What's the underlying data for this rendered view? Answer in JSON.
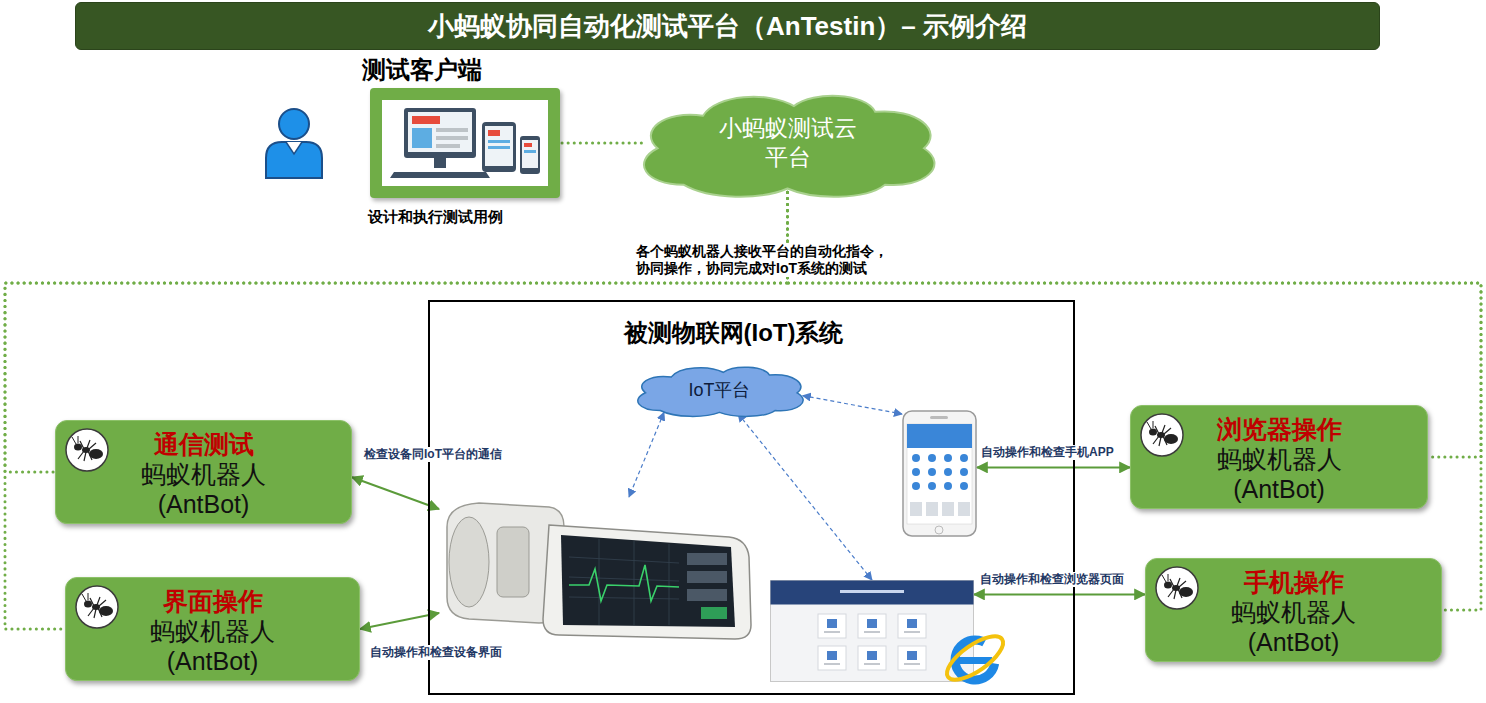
{
  "diagram": {
    "title": "小蚂蚁协同自动化测试平台（AnTestin）– 示例介绍",
    "nodes": [
      {
        "text": [
          "测试客户端",
          "设计和执行测试用例"
        ]
      },
      {
        "text": [
          "小蚂蚁测试云 平台"
        ]
      },
      {
        "text": [
          "被测物联网(IoT)系统"
        ]
      },
      {
        "text": [
          "IoT平台"
        ],
        "in": 2
      },
      {
        "text": [],
        "in": 2
      },
      {
        "text": [],
        "in": 2
      },
      {
        "text": [],
        "in": 2
      },
      {
        "text": [
          "通信测试",
          "蚂蚁机器人 (AntBot)"
        ]
      },
      {
        "text": [
          "浏览器操作",
          "蚂蚁机器人 (AntBot)"
        ]
      },
      {
        "text": [
          "界面操作",
          "蚂蚁机器人 (AntBot)"
        ]
      },
      {
        "text": [
          "手机操作",
          "蚂蚁机器人 (AntBot)"
        ]
      }
    ],
    "edges": [
      {
        "from": 0,
        "to": 1,
        "arrow": "none"
      },
      {
        "from": 1,
        "to": 7,
        "arrow": "none"
      },
      {
        "from": 1,
        "to": 8,
        "arrow": "none"
      },
      {
        "from": 1,
        "to": 9,
        "arrow": "none"
      },
      {
        "from": 1,
        "to": 10,
        "arrow": "none"
      },
      {
        "from": 7,
        "to": 5,
        "label": "检查设备同IoT平台的通信",
        "arrow": "both"
      },
      {
        "from": 8,
        "to": 4,
        "label": "自动操作和检查手机APP",
        "arrow": "both"
      },
      {
        "from": 9,
        "to": 5,
        "label": "自动操作和检查设备界面",
        "arrow": "both"
      },
      {
        "from": 10,
        "to": 6,
        "label": "自动操作和检查浏览器页面",
        "arrow": "both"
      },
      {
        "from": 3,
        "to": 5,
        "arrow": "both"
      },
      {
        "from": 3,
        "to": 4,
        "arrow": "both"
      },
      {
        "from": 3,
        "to": 6,
        "arrow": "both"
      }
    ],
    "labels": [
      "各个蚂蚁机器人接收平台的自动化指令， 协同操作，协同完成对IoT系统的测试"
    ]
  }
}
